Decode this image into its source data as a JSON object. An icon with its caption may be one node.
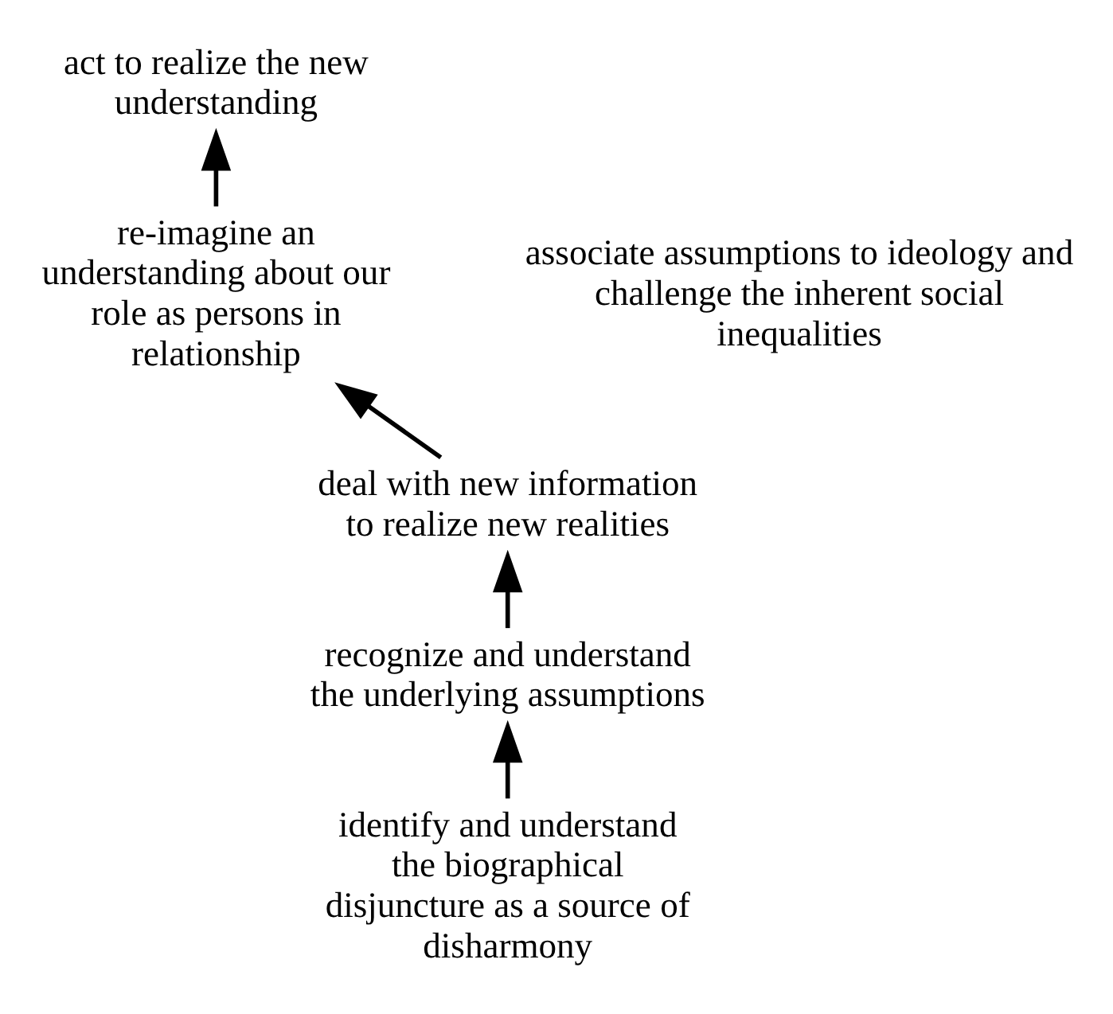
{
  "diagram": {
    "nodes": [
      {
        "text": [
          "act to realize the new understanding"
        ]
      },
      {
        "text": [
          "re-imagine an understanding about our role as persons in relationship"
        ]
      },
      {
        "text": [
          "deal with new information to realize new realities"
        ]
      },
      {
        "text": [
          "recognize and understand the underlying assumptions"
        ]
      },
      {
        "text": [
          "identify and understand the biographical disjuncture as a source of disharmony"
        ]
      }
    ],
    "edges": [
      {
        "from": 4,
        "to": 3,
        "arrow": "to"
      },
      {
        "from": 3,
        "to": 2,
        "arrow": "to"
      },
      {
        "from": 2,
        "to": 1,
        "arrow": "to"
      },
      {
        "from": 1,
        "to": 0,
        "arrow": "to"
      }
    ],
    "labels": [
      "associate assumptions to ideology and challenge the inherent social inequalities"
    ]
  }
}
